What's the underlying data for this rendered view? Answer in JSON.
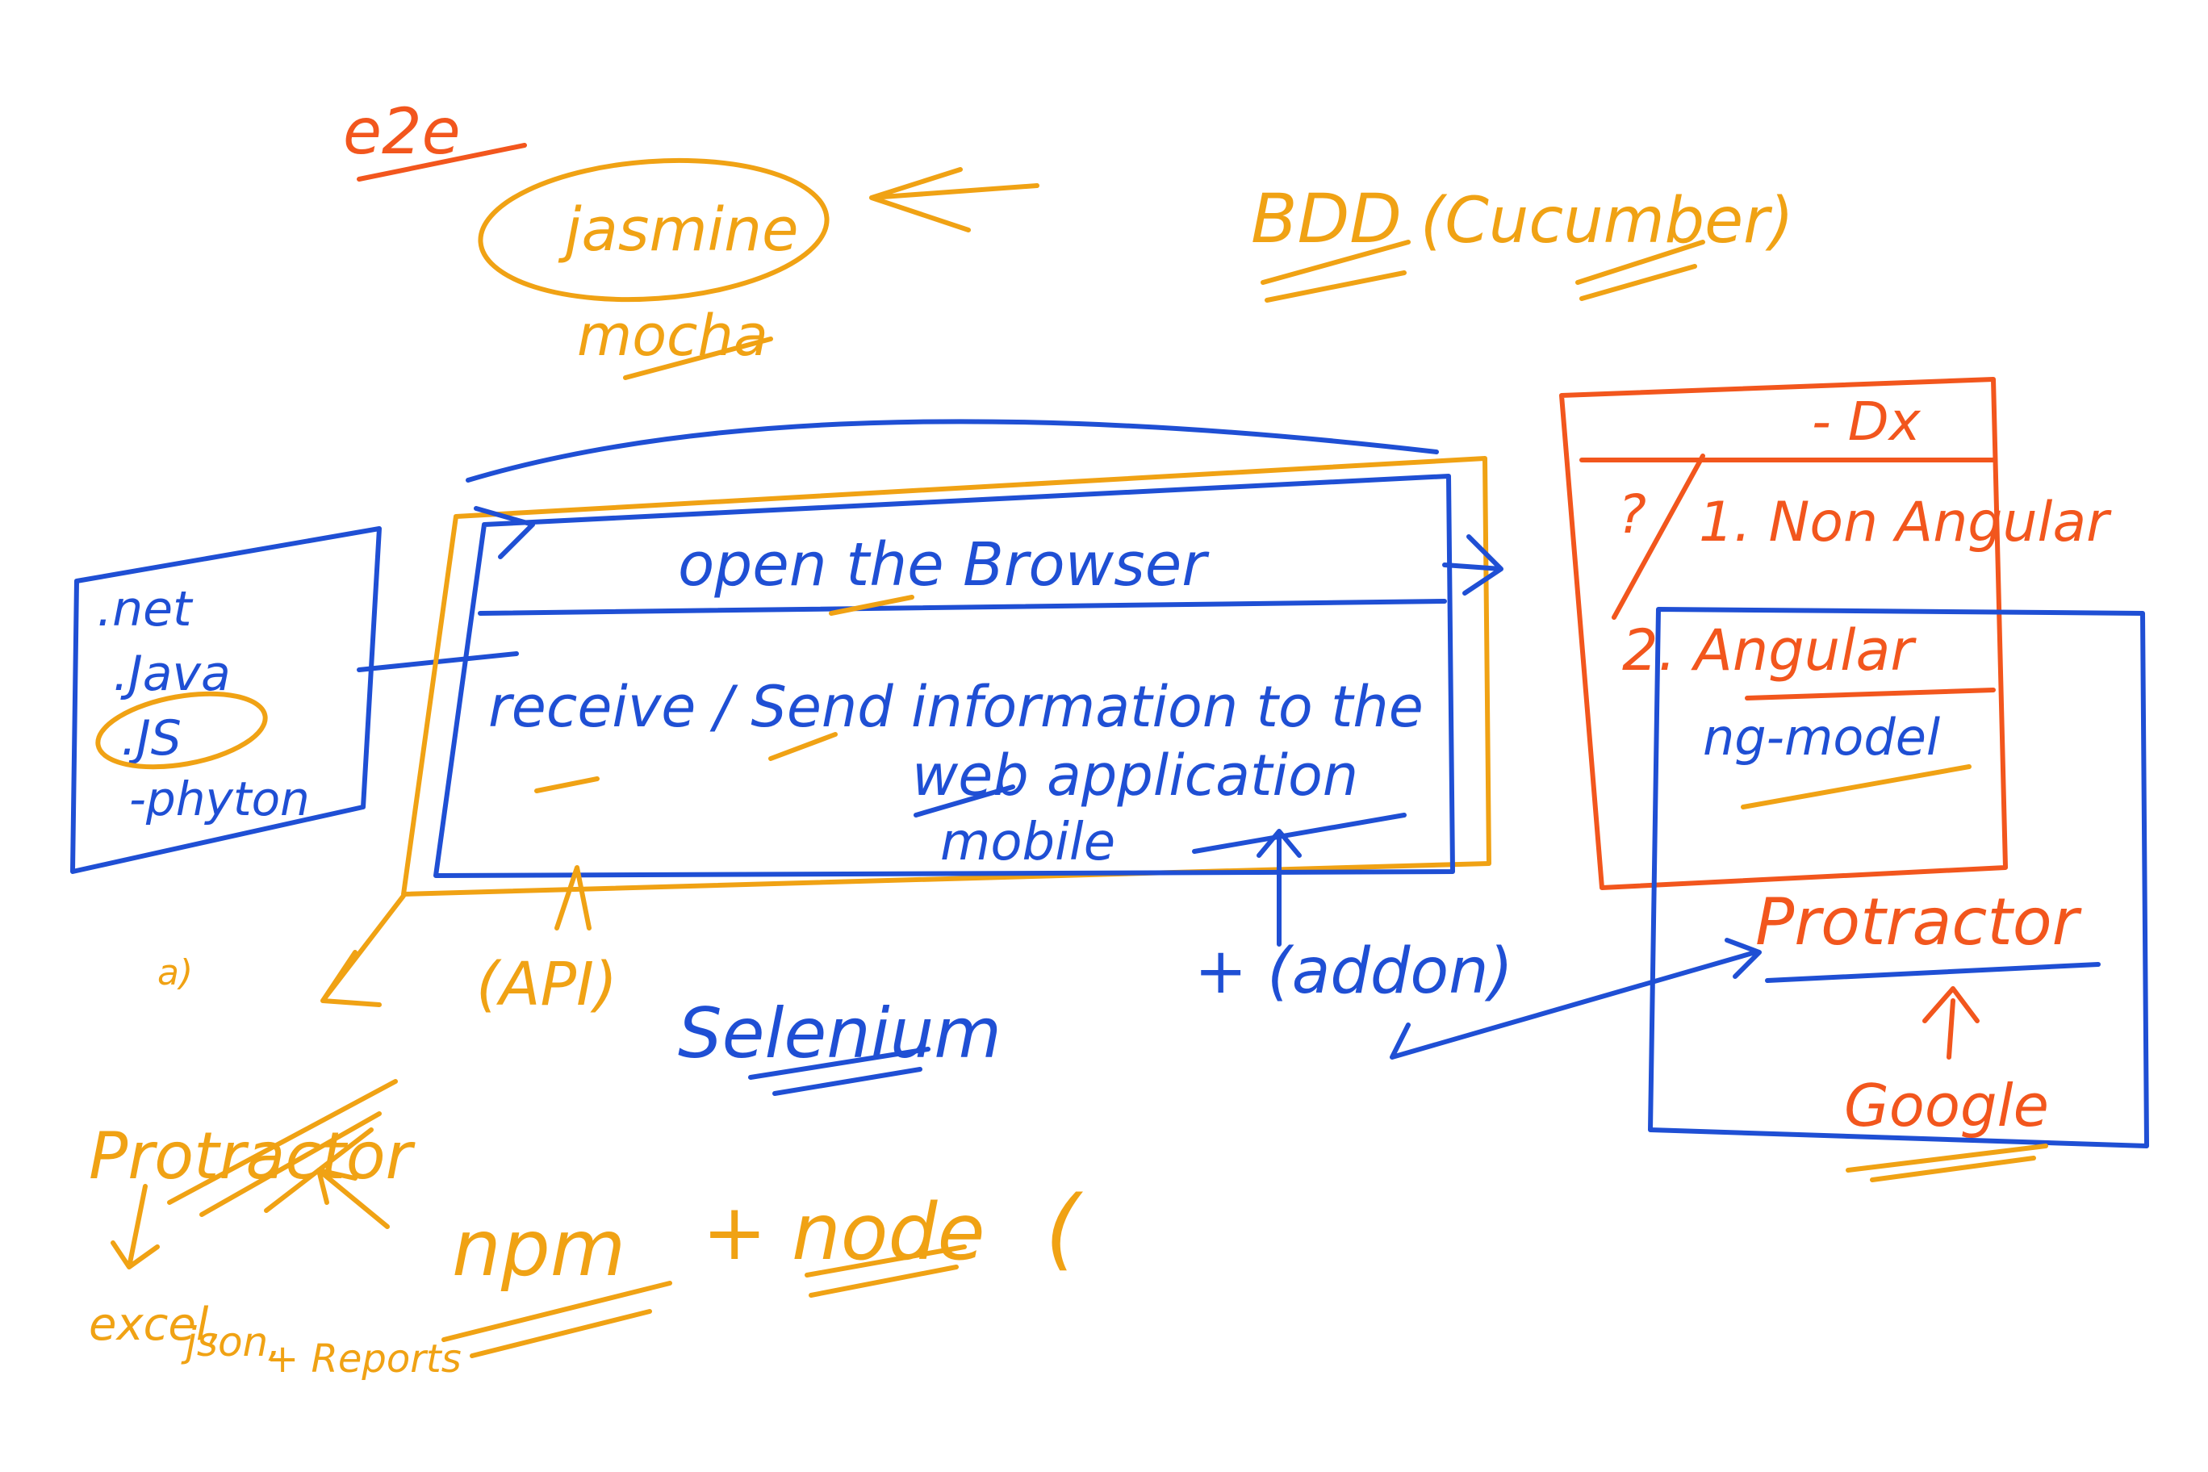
{
  "colors": {
    "blue": "#1f4fd4",
    "orange": "#f0a214",
    "red": "#f2561d",
    "background": "#ffffff"
  },
  "top": {
    "e2e": "e2e",
    "jasmine": "jasmine",
    "mocha": "mocha",
    "bdd": "BDD",
    "cucumber": "(Cucumber)"
  },
  "languages": {
    "items": [
      ".net",
      ".Java",
      ".JS",
      "-phyton"
    ]
  },
  "main_box": {
    "title": "open the Browser",
    "line1": "receive / Send information to the",
    "line2": "web application",
    "line3": "mobile"
  },
  "right_box": {
    "dx": "- Dx",
    "question": "?",
    "item1": "1. Non Angular",
    "item2": "2. Angular",
    "ng_model": "ng-model",
    "protractor": "Protractor",
    "google": "Google"
  },
  "bottom": {
    "api": "(API)",
    "selenium": "Selenium",
    "addon": "+ (addon)",
    "protractor": "Protractor",
    "excel": "excel,",
    "json": "json,",
    "reports": "+ Reports",
    "npm": "npm",
    "node": "+ node",
    "paren": "(",
    "bullet": "a)"
  }
}
